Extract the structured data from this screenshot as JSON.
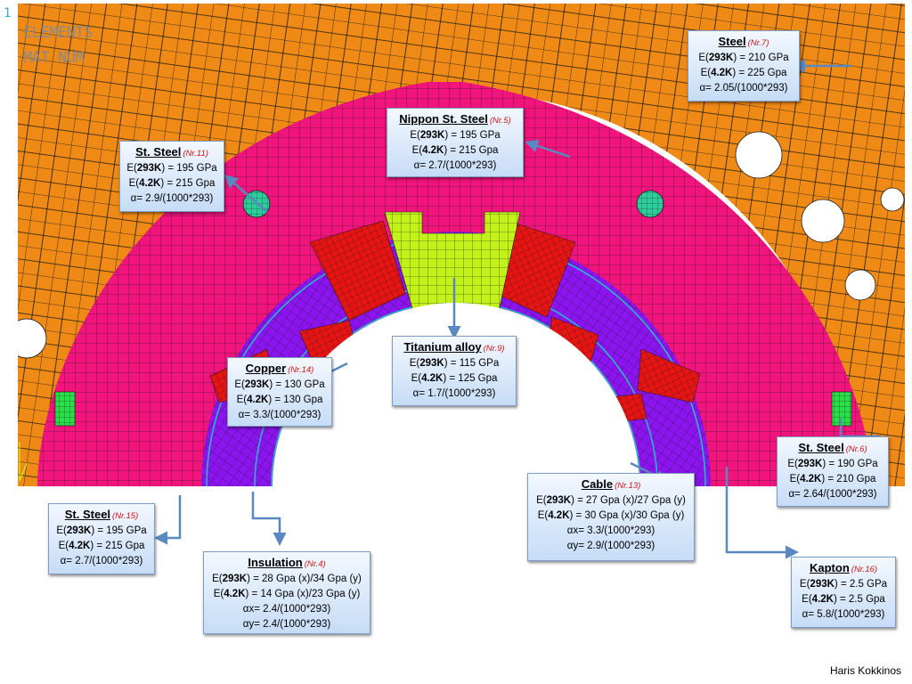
{
  "ansys_labels": {
    "corner_number": "1",
    "line1": "ELEMENTS",
    "line2": "MAT NUM"
  },
  "author": "Haris Kokkinos",
  "colors": {
    "steel": "#f08a16",
    "st_steel": "#f0147c",
    "titanium": "#c2f21a",
    "copper": "#e81414",
    "insulation": "#8c14f0",
    "kapton": "#28e048",
    "holes": "#2ccf9b",
    "cable_lines": "#25b8c8",
    "mesh": "#1a1a1a",
    "arrow": "#5a88c0"
  },
  "materials": {
    "steel": {
      "title": "Steel",
      "nr": "(Nr.7)",
      "e293_value": "210 GPa",
      "e42_value": "225 Gpa",
      "alpha_value": "2.05/(1000*293)"
    },
    "nippon": {
      "title": "Nippon St. Steel",
      "nr": "(Nr.5)",
      "e293_value": "195 GPa",
      "e42_value": "215 Gpa",
      "alpha_value": "2.7/(1000*293)"
    },
    "ststeel11": {
      "title": "St. Steel",
      "nr": "(Nr.11)",
      "e293_value": "195 GPa",
      "e42_value": "215 Gpa",
      "alpha_value": "2.9/(1000*293)"
    },
    "titanium": {
      "title": "Titanium alloy",
      "nr": "(Nr.9)",
      "e293_value": "115 GPa",
      "e42_value": "125 Gpa",
      "alpha_value": "1.7/(1000*293)"
    },
    "copper": {
      "title": "Copper",
      "nr": "(Nr.14)",
      "e293_value": "130 GPa",
      "e42_value": "130 Gpa",
      "alpha_value": "3.3/(1000*293)"
    },
    "ststeel6": {
      "title": "St. Steel",
      "nr": "(Nr.6)",
      "e293_value": "190 GPa",
      "e42_value": "210 Gpa",
      "alpha_value": "2.64/(1000*293)"
    },
    "cable": {
      "title": "Cable",
      "nr": "(Nr.13)",
      "e293_value": "27 Gpa (x)/27 Gpa (y)",
      "e42_value": "30 Gpa (x)/30 Gpa (y)",
      "alphax_value": "3.3/(1000*293)",
      "alphay_value": "2.9/(1000*293)"
    },
    "ststeel15": {
      "title": "St. Steel",
      "nr": "(Nr.15)",
      "e293_value": "195 GPa",
      "e42_value": "215 Gpa",
      "alpha_value": "2.7/(1000*293)"
    },
    "insulation": {
      "title": "Insulation",
      "nr": "(Nr.4)",
      "e293_value": "28 Gpa (x)/34 Gpa (y)",
      "e42_value": "14 Gpa (x)/23 Gpa (y)",
      "alphax_value": "2.4/(1000*293)",
      "alphay_value": "2.4/(1000*293)"
    },
    "kapton": {
      "title": "Kapton",
      "nr": "(Nr.16)",
      "e293_value": "2.5 GPa",
      "e42_value": "2.5 Gpa",
      "alpha_value": "5.8/(1000*293)"
    }
  }
}
